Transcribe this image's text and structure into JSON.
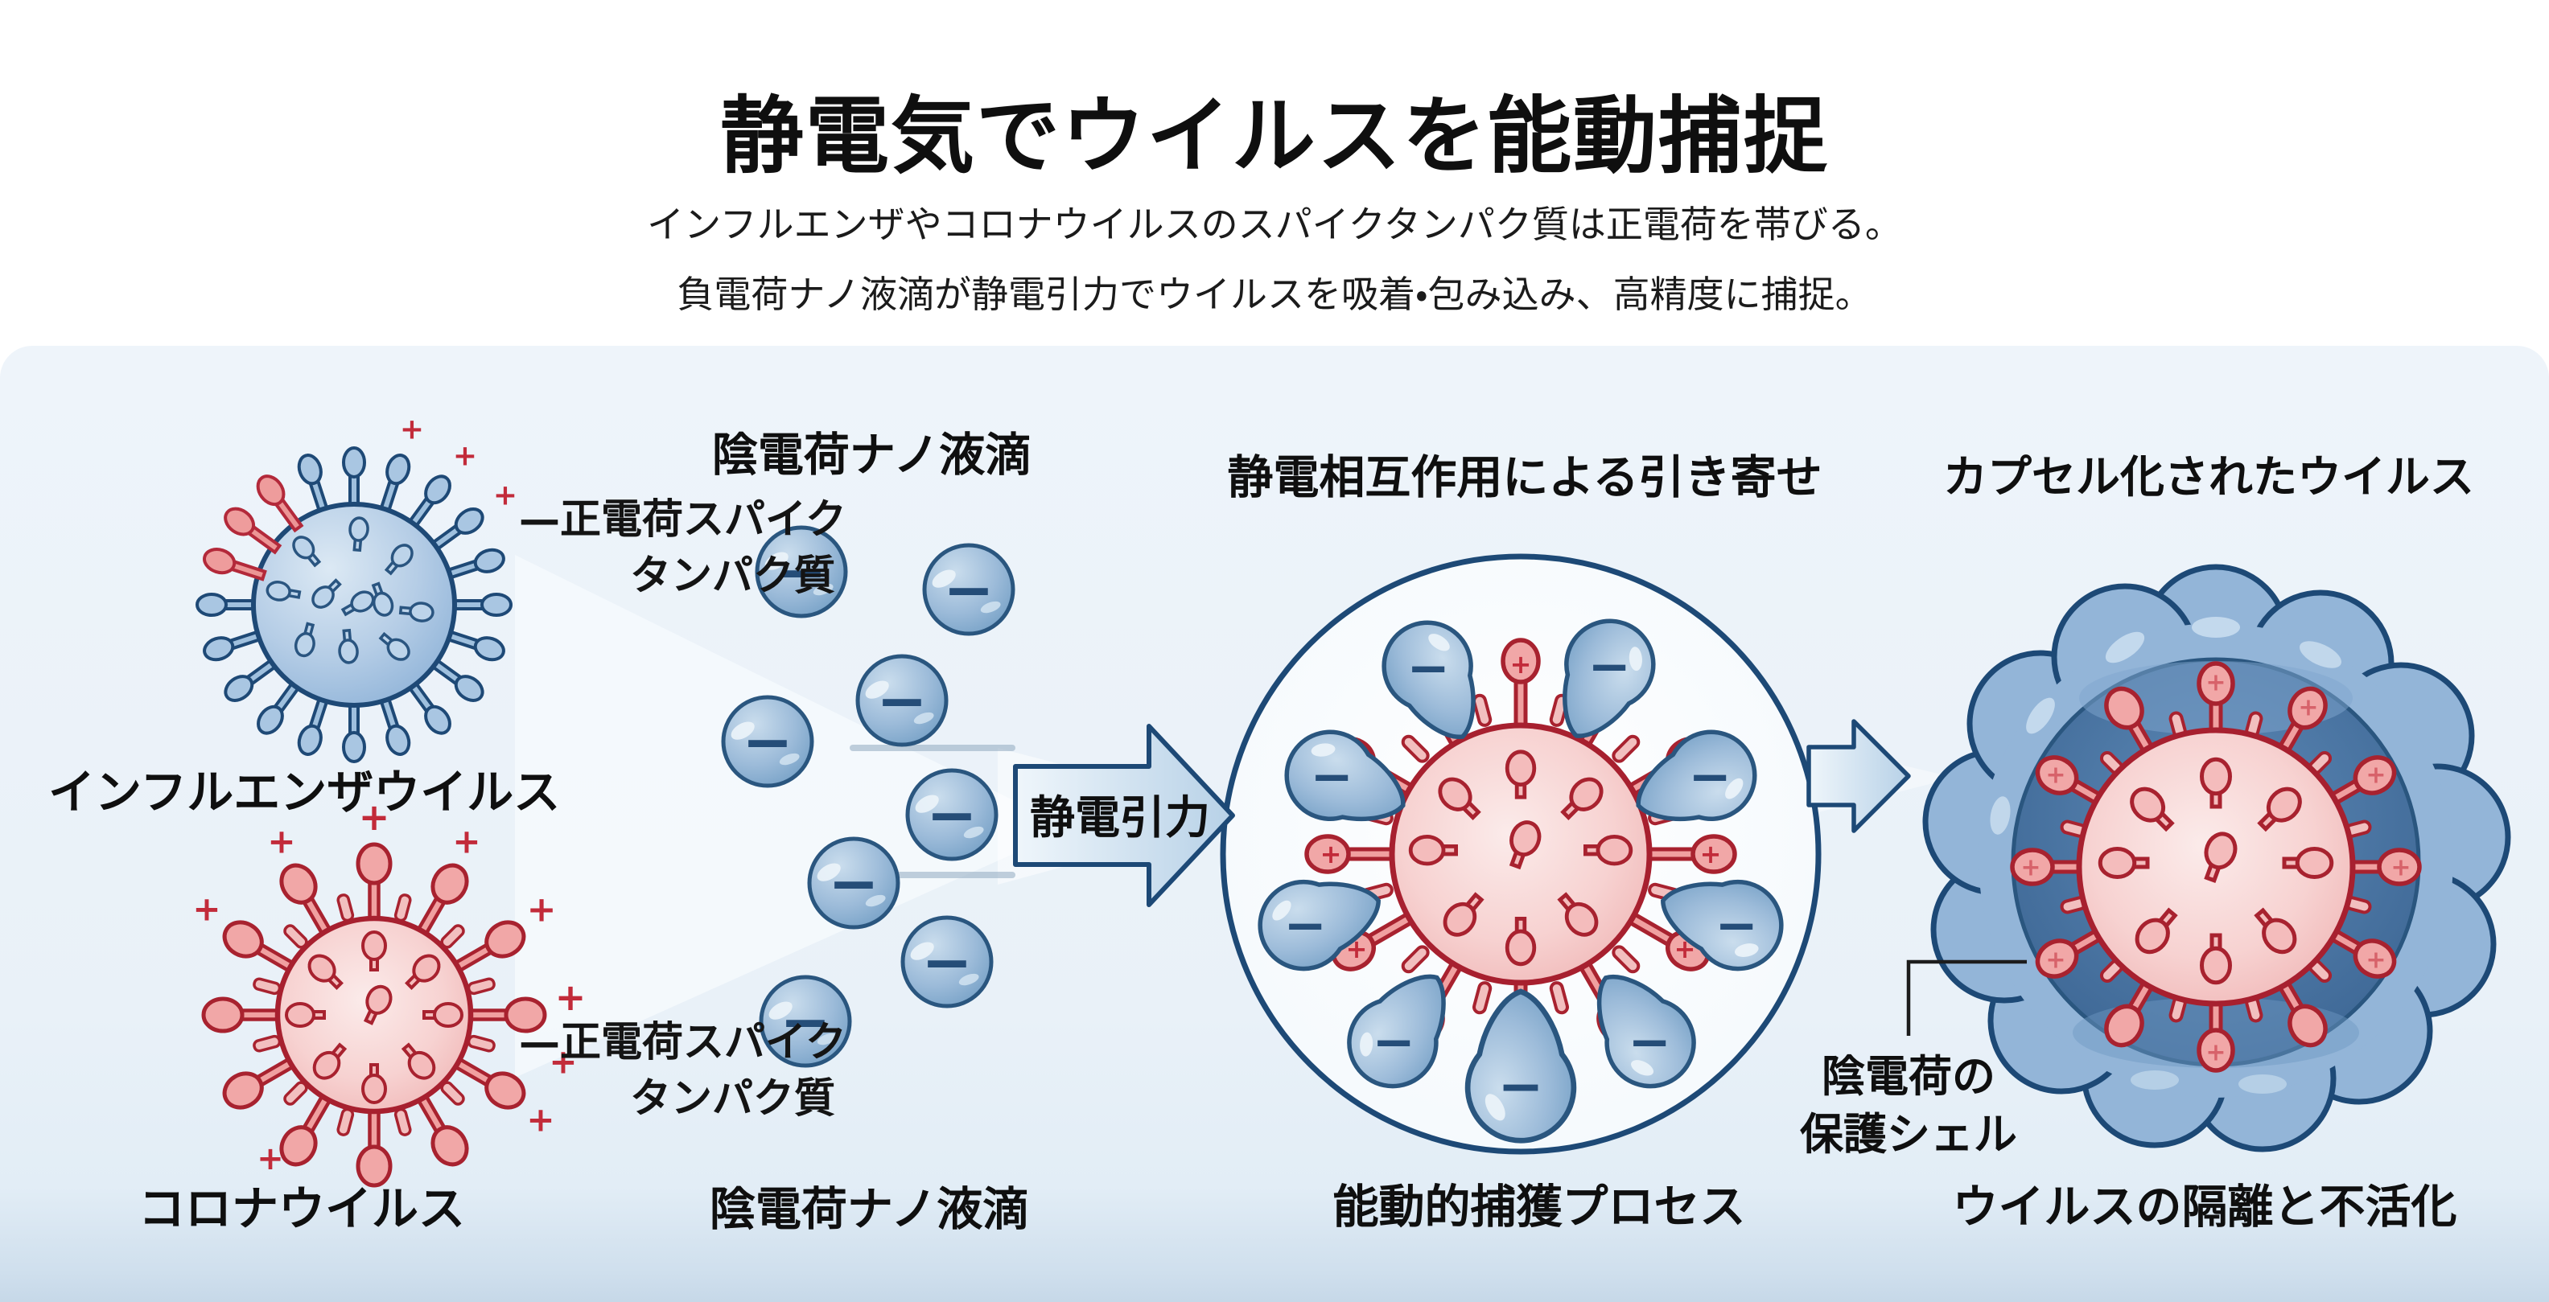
{
  "symbols": {
    "plus": "+",
    "minus": "−"
  },
  "header": {
    "title": "静電気でウイルスを能動捕捉",
    "subtitle_line1": "インフルエンザやコロナウイルスのスパイクタンパク質は正電荷を帯びる。",
    "subtitle_line2": "負電荷ナノ液滴が静電引力でウイルスを吸着・包み込み、高精度に捕捉。"
  },
  "panel": {
    "viruses": {
      "influenza": {
        "label": "インフルエンザウイルス",
        "callout_line1": "—正電荷スパイク",
        "callout_line2": "タンパク質"
      },
      "corona": {
        "label": "コロナウイルス",
        "callout_line1": "—正電荷スパイク",
        "callout_line2": "タンパク質"
      }
    },
    "droplets": {
      "top_label": "陰電荷ナノ液滴",
      "bottom_label": "陰電荷ナノ液滴"
    },
    "attraction": {
      "arrow_label": "静電引力",
      "top_label": "静電相互作用による引き寄せ",
      "bottom_label": "能動的捕獲プロセス"
    },
    "capsule": {
      "top_label": "カプセル化されたウイルス",
      "shell_line1": "陰電荷の",
      "shell_line2": "保護シェル",
      "bottom_label": "ウイルスの隔離と不活化"
    }
  },
  "colors": {
    "outline_navy": "#1d4976",
    "virus_blue": "#a9c6e2",
    "droplet_blue": "#74a0c6",
    "outline_red": "#a8222f",
    "virus_red": "#f1a7a7",
    "plus_red": "#c22b3a",
    "minus_navy": "#254d78",
    "panel_blue": "#e9f1f8"
  }
}
